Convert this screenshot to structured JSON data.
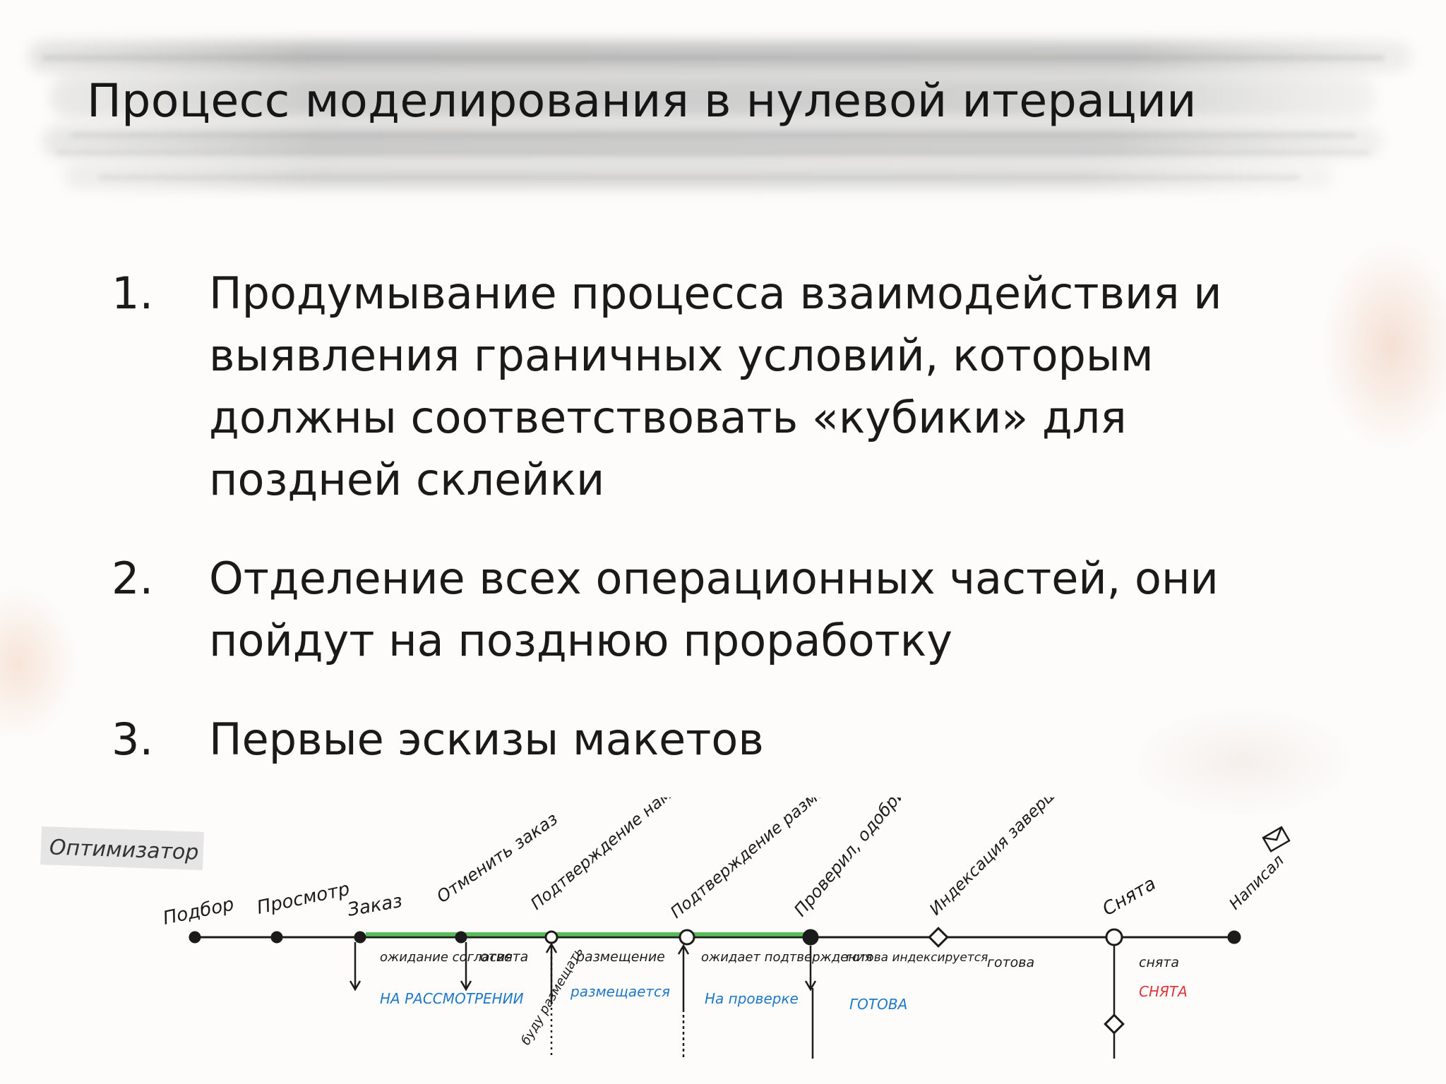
{
  "slide": {
    "title": "Процесс моделирования в нулевой итерации",
    "items": [
      {
        "number": "1.",
        "text": "Продумывание процесса взаимодействия и выявления граничных условий, которым должны соответствовать «кубики» для поздней склейки"
      },
      {
        "number": "2.",
        "text": "Отделение всех операционных частей, они пойдут на позднюю проработку"
      },
      {
        "number": "3.",
        "text": "Первые эскизы макетов"
      }
    ]
  },
  "sketch": {
    "role_label": "Оптимизатор",
    "states": [
      "Подбор",
      "Просмотр",
      "Заказ",
      "Отменить заказ",
      "Подтверждение намерения",
      "Подтверждение размещения",
      "Проверил, одобрил",
      "Индексация завершено",
      "Снята",
      "Написал"
    ],
    "status_labels": [
      "ожидание согласия",
      "ответа",
      "размещение",
      "ожидает подтверждения",
      "готова индексируется",
      "готова",
      "снята",
      "буду размещать"
    ],
    "status_badges": [
      "НА РАССМОТРЕНИИ",
      "размещается",
      "На проверке",
      "ГОТОВА",
      "СНЯТА"
    ],
    "colors": {
      "blue": "#1f78c8",
      "red": "#e0353a",
      "green": "#3cae3c",
      "ink": "#1b1b1b"
    }
  }
}
